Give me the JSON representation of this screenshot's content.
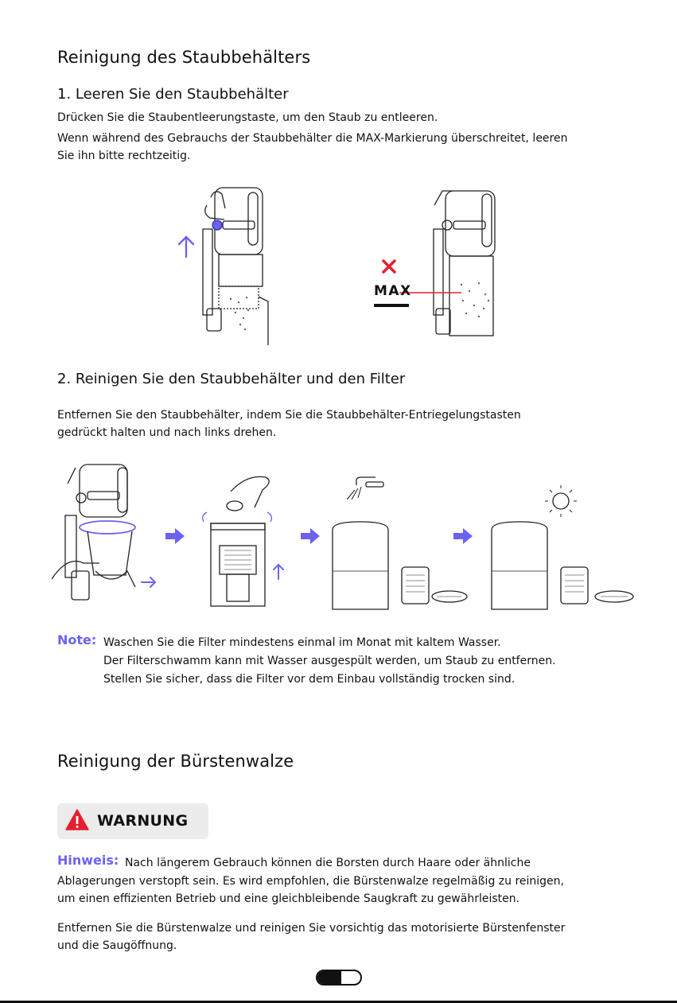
{
  "section1": {
    "title": "Reinigung des Staubbehälters",
    "step1": {
      "heading": "1.  Leeren Sie den Staubbehälter",
      "line1": "Drücken Sie die Staubentleerungstaste, um den Staub zu entleeren.",
      "line2a": "Wenn während des Gebrauchs der Staubbehälter die MAX-Markierung überschreitet, leeren",
      "line2b": "Sie ihn bitte rechtzeitig.",
      "max_label": "MAX"
    },
    "step2": {
      "heading": "2. Reinigen Sie den Staubbehälter und den Filter",
      "line1": "Entfernen Sie den Staubbehälter, indem Sie die Staubbehälter-Entriegelungstasten",
      "line2": "gedrückt halten und nach links drehen."
    },
    "note": {
      "label": "Note:",
      "line1": "Waschen Sie die Filter mindestens einmal im Monat mit kaltem Wasser.",
      "line2": "Der Filterschwamm kann mit Wasser ausgespült werden, um Staub zu entfernen.",
      "line3": "Stellen Sie sicher, dass die Filter vor dem Einbau vollständig trocken sind."
    }
  },
  "section2": {
    "title": "Reinigung der Bürstenwalze",
    "warning": "WARNUNG",
    "hinweis": {
      "label": "Hinweis:",
      "line1": "Nach längerem Gebrauch können die Borsten durch Haare oder ähnliche",
      "line2": "Ablagerungen verstopft sein. Es wird empfohlen, die Bürstenwalze regelmäßig zu reinigen,",
      "line3": "um einen effizienten Betrieb und eine gleichbleibende Saugkraft zu gewährleisten."
    },
    "para": {
      "line1": "Entfernen Sie die Bürstenwalze und reinigen Sie vorsichtig das motorisierte Bürstenfenster",
      "line2": "und die Saugöffnung."
    }
  },
  "colors": {
    "accent": "#6b63f0",
    "danger": "#e5202e",
    "warning_bg": "#ececec"
  }
}
